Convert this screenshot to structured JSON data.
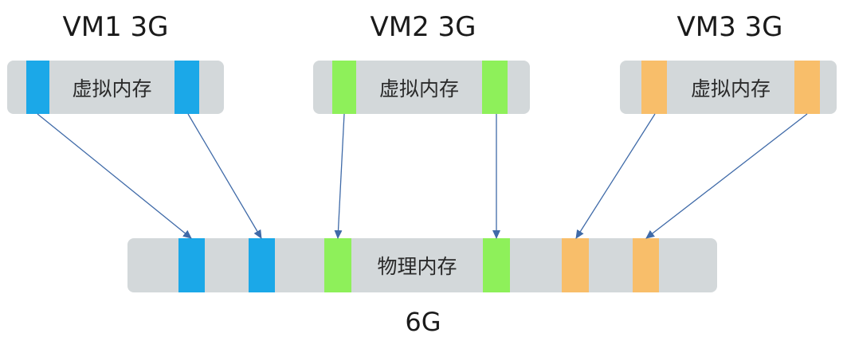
{
  "colors": {
    "vm1": "#1ba8e8",
    "vm2": "#8ef05a",
    "vm3": "#f8be6a",
    "box": "#d3d8da",
    "arrow": "#3f6aa8"
  },
  "vms": [
    {
      "title": "VM1 3G",
      "label": "虚拟内存",
      "color_key": "vm1"
    },
    {
      "title": "VM2 3G",
      "label": "虚拟内存",
      "color_key": "vm2"
    },
    {
      "title": "VM3 3G",
      "label": "虚拟内存",
      "color_key": "vm3"
    }
  ],
  "physical": {
    "label": "物理内存",
    "total": "6G"
  }
}
